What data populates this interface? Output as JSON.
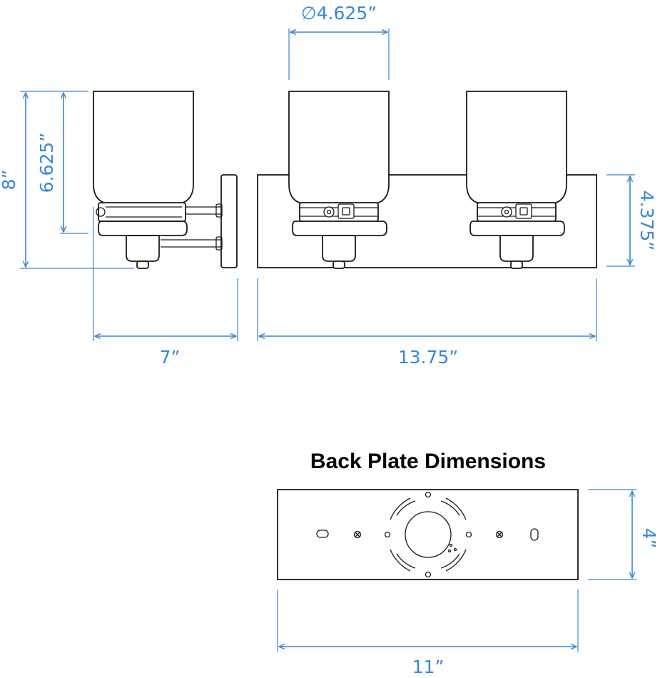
{
  "dimensions": {
    "glass_diameter": "∅4.625”",
    "overall_height": "8”",
    "glass_height": "6.625”",
    "extension": "7”",
    "overall_width": "13.75”",
    "canopy_height": "4.375”",
    "backplate_height": "4”",
    "backplate_width": "11”"
  },
  "back_plate": {
    "title": "Back Plate Dimensions"
  },
  "colors": {
    "dimension": "#3a87d6",
    "outline": "#1a1a1a"
  }
}
